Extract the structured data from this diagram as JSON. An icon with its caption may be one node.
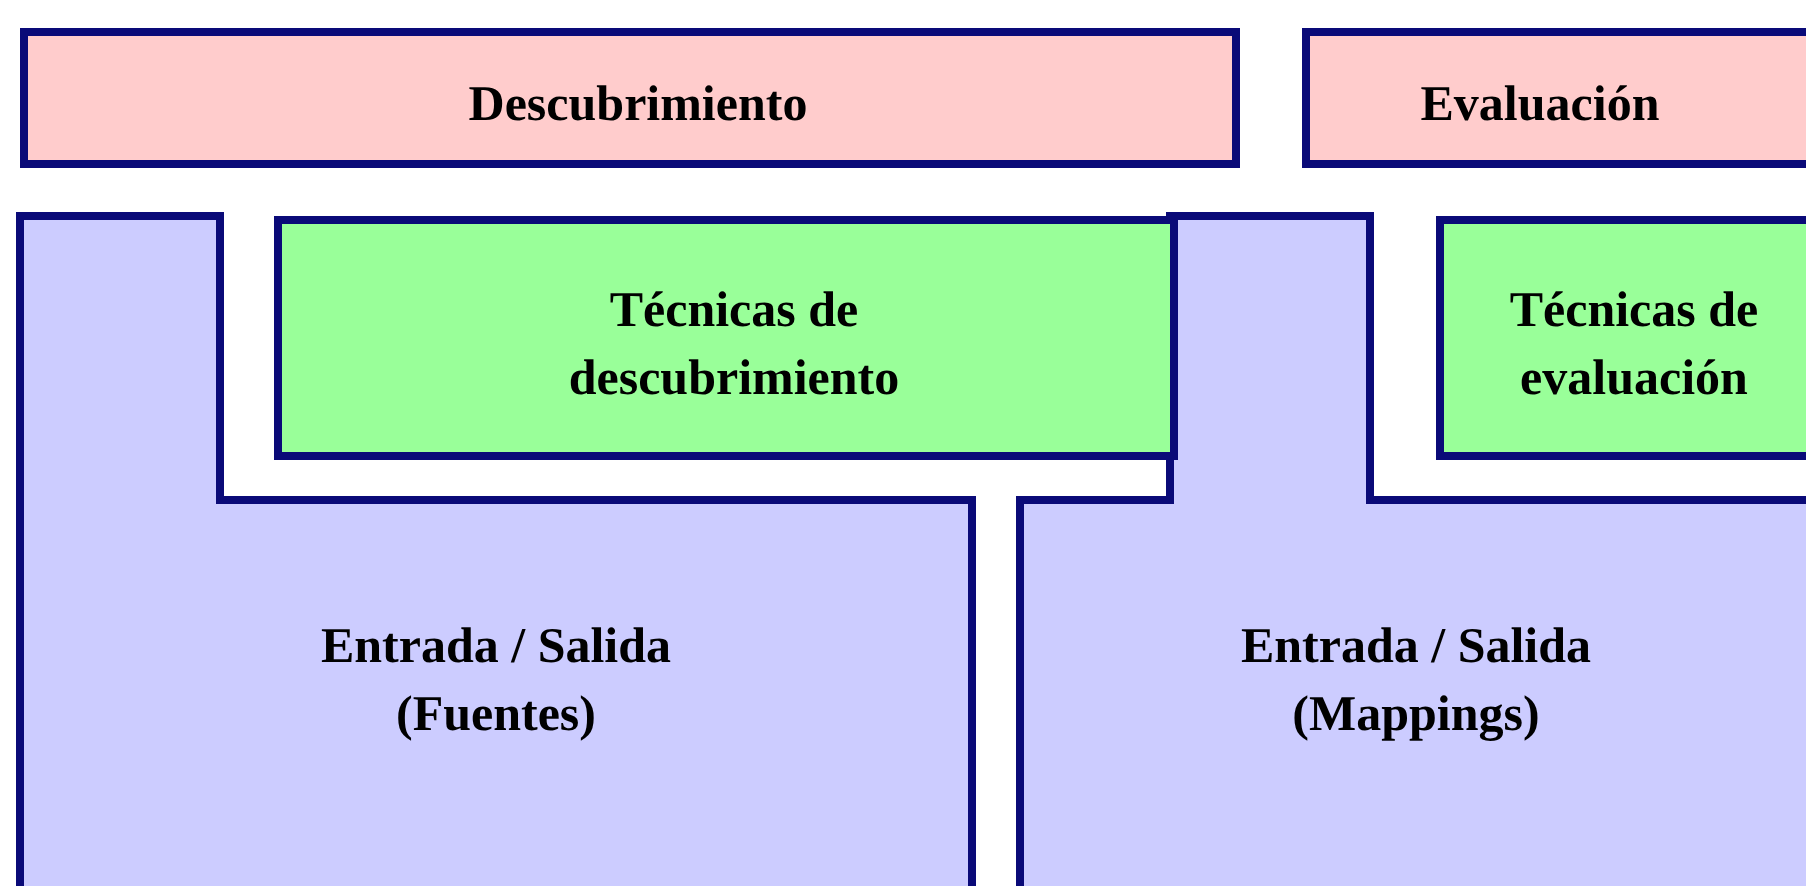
{
  "diagram": {
    "nodes": [
      {
        "text": [
          "Descubrimiento"
        ]
      },
      {
        "text": [
          "Evaluación"
        ]
      },
      {
        "text": [
          "Entrada / Salida (Fuentes)"
        ]
      },
      {
        "text": [
          "Técnicas de descubrimiento"
        ]
      },
      {
        "text": [
          "Entrada / Salida (Mappings)"
        ]
      },
      {
        "text": [
          "Técnicas de evaluación"
        ]
      }
    ]
  }
}
